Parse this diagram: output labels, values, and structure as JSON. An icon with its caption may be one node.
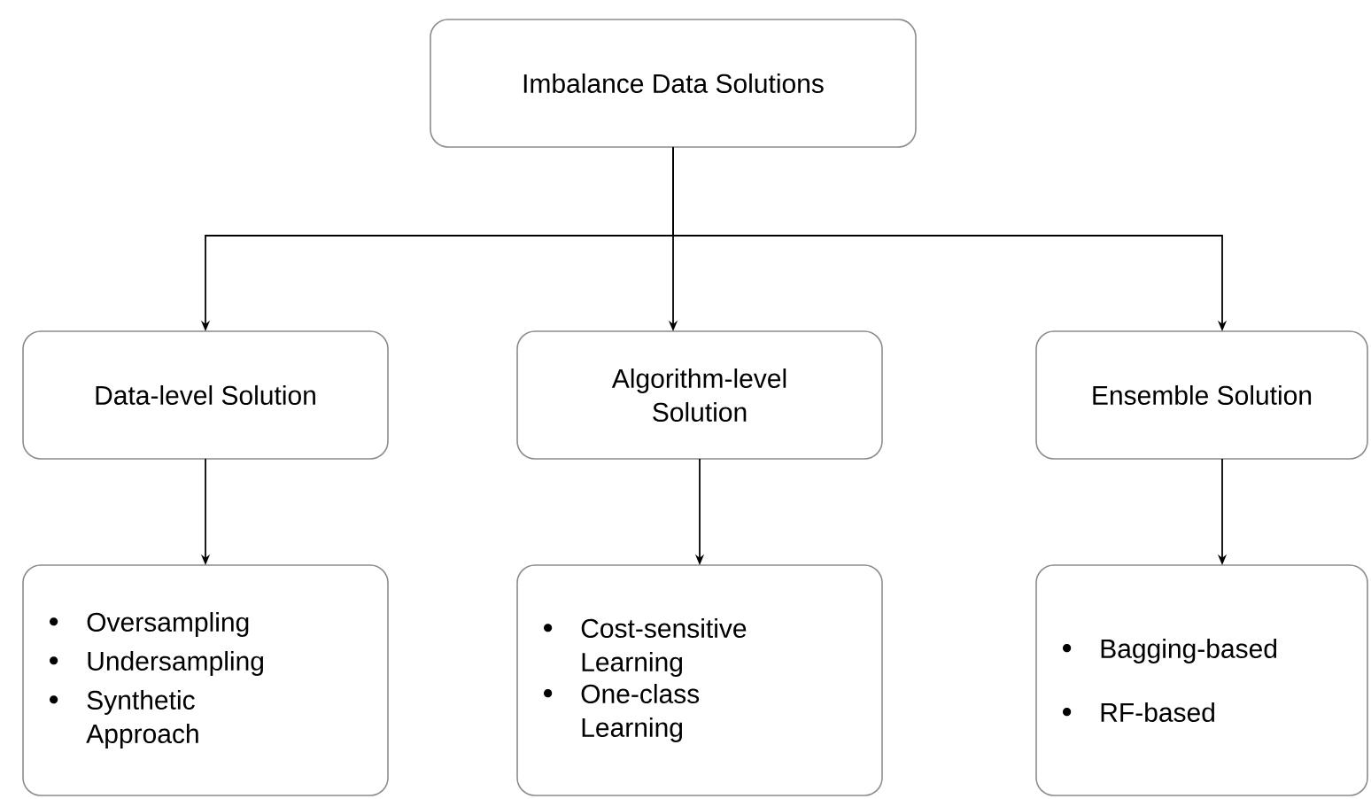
{
  "diagram": {
    "nodes": [
      {
        "text": [
          "Imbalance Data Solutions"
        ]
      },
      {
        "text": [
          "Data-level Solution"
        ]
      },
      {
        "text": [
          "Algorithm-level Solution"
        ]
      },
      {
        "text": [
          "Ensemble Solution"
        ]
      },
      {
        "text": [
          "Oversampling",
          "Undersampling",
          "Synthetic Approach"
        ]
      },
      {
        "text": [
          "Cost-sensitive Learning",
          "One-class Learning"
        ]
      },
      {
        "text": [
          "Bagging-based",
          "RF-based"
        ]
      }
    ],
    "edges": [
      {
        "from": 0,
        "to": 1,
        "arrow": "to"
      },
      {
        "from": 0,
        "to": 2,
        "arrow": "to"
      },
      {
        "from": 0,
        "to": 3,
        "arrow": "to"
      },
      {
        "from": 1,
        "to": 4,
        "arrow": "to"
      },
      {
        "from": 2,
        "to": 5,
        "arrow": "to"
      },
      {
        "from": 3,
        "to": 6,
        "arrow": "to"
      }
    ]
  }
}
